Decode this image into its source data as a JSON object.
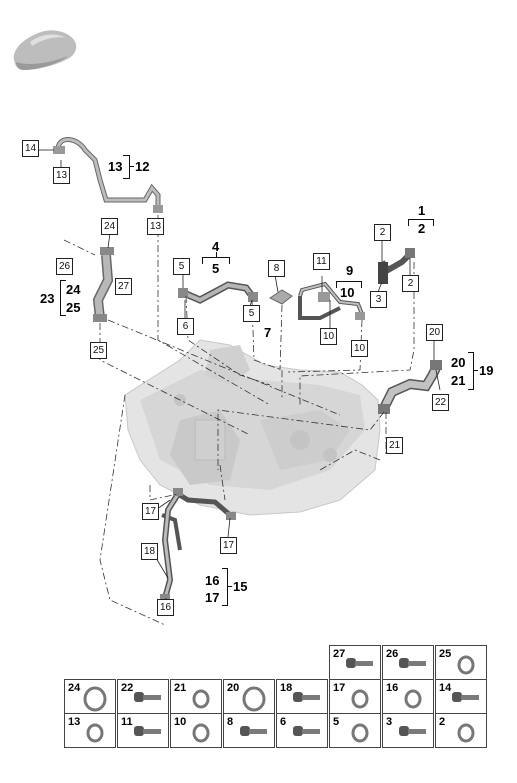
{
  "callouts": {
    "c14": "14",
    "c13a": "13",
    "c13b": "13",
    "c24": "24",
    "c26": "26",
    "c27": "27",
    "c25": "25",
    "c5a": "5",
    "c6": "6",
    "c8": "8",
    "c5b": "5",
    "c11": "11",
    "c10a": "10",
    "c10b": "10",
    "c2a": "2",
    "c3": "3",
    "c2b": "2",
    "c20": "20",
    "c22": "22",
    "c21": "21",
    "c17a": "17",
    "c18": "18",
    "c17b": "17",
    "c16": "16"
  },
  "groups": {
    "g13": "13",
    "g12": "12",
    "g4": "4",
    "g5": "5",
    "g7": "7",
    "g9": "9",
    "g10": "10",
    "g1": "1",
    "g2": "2",
    "g23": "23",
    "g24": "24",
    "g25": "25",
    "g20": "20",
    "g21": "21",
    "g19": "19",
    "g16": "16",
    "g17": "17",
    "g15": "15"
  },
  "parts_table": {
    "row1": [
      {
        "num": "27",
        "icon": "bolt"
      },
      {
        "num": "26",
        "icon": "bolt"
      },
      {
        "num": "25",
        "icon": "ring"
      }
    ],
    "row2": [
      {
        "num": "24",
        "icon": "ring-large"
      },
      {
        "num": "22",
        "icon": "bolt"
      },
      {
        "num": "21",
        "icon": "ring"
      },
      {
        "num": "20",
        "icon": "ring-large"
      },
      {
        "num": "18",
        "icon": "bolt"
      },
      {
        "num": "17",
        "icon": "ring"
      },
      {
        "num": "16",
        "icon": "ring"
      },
      {
        "num": "14",
        "icon": "bolt"
      }
    ],
    "row3": [
      {
        "num": "13",
        "icon": "ring"
      },
      {
        "num": "11",
        "icon": "bolt"
      },
      {
        "num": "10",
        "icon": "ring"
      },
      {
        "num": "8",
        "icon": "bolt"
      },
      {
        "num": "6",
        "icon": "bolt"
      },
      {
        "num": "5",
        "icon": "ring"
      },
      {
        "num": "3",
        "icon": "bolt"
      },
      {
        "num": "2",
        "icon": "ring"
      }
    ]
  }
}
